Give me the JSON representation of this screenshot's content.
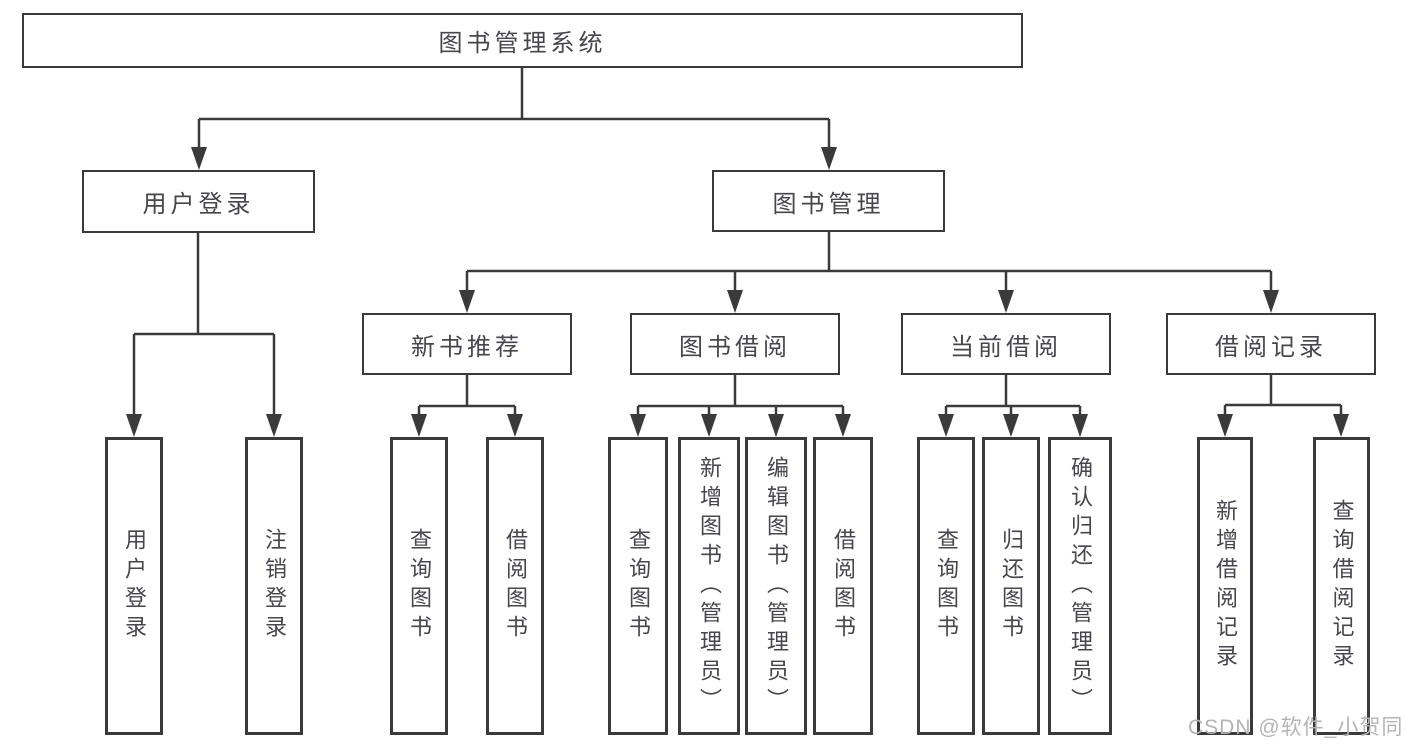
{
  "tree": {
    "root": {
      "label": "图书管理系统"
    },
    "children": [
      {
        "label": "用户登录",
        "children": [
          {
            "label": "用户登录"
          },
          {
            "label": "注销登录"
          }
        ]
      },
      {
        "label": "图书管理",
        "children": [
          {
            "label": "新书推荐",
            "children": [
              {
                "label": "查询图书"
              },
              {
                "label": "借阅图书"
              }
            ]
          },
          {
            "label": "图书借阅",
            "children": [
              {
                "label": "查询图书"
              },
              {
                "label": "新增图书（管理员）"
              },
              {
                "label": "编辑图书（管理员）"
              },
              {
                "label": "借阅图书"
              }
            ]
          },
          {
            "label": "当前借阅",
            "children": [
              {
                "label": "查询图书"
              },
              {
                "label": "归还图书"
              },
              {
                "label": "确认归还（管理员）"
              }
            ]
          },
          {
            "label": "借阅记录",
            "children": [
              {
                "label": "新增借阅记录"
              },
              {
                "label": "查询借阅记录"
              }
            ]
          }
        ]
      }
    ]
  },
  "watermark": {
    "text": "CSDN @软件_小贺同学"
  },
  "colors": {
    "line": "#3a3a3a",
    "text": "#46464c",
    "watermark": "#b4b4b4",
    "background": "#ffffff"
  }
}
